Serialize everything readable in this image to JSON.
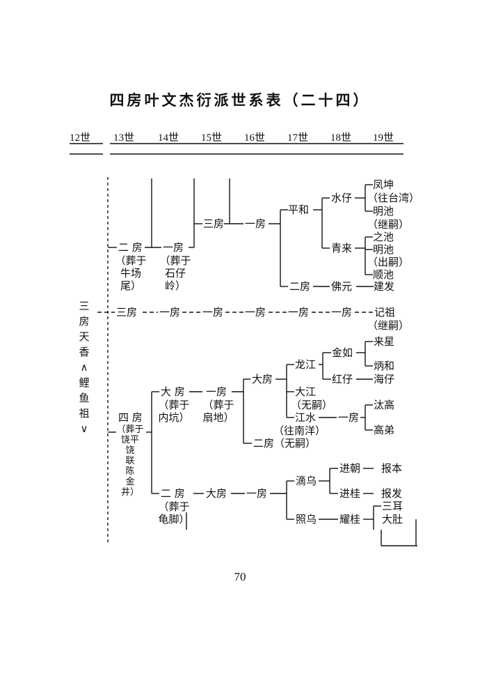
{
  "title": "四房叶文杰衍派世系表（二十四）",
  "generations": [
    "12世",
    "13世",
    "14世",
    "15世",
    "16世",
    "17世",
    "18世",
    "19世"
  ],
  "page_number": "70",
  "ancestor": "三房天香∧鲤鱼祖∨",
  "nodes": {
    "fengkun": "凤坤",
    "fengkun_note": "（往台湾）",
    "shuizi": "水仔",
    "mingchi_a": "明池",
    "mingchi_a_note": "（继嗣）",
    "pinghe": "平和",
    "sanfang_15": "三房",
    "yifang_16": "一房",
    "erfang_13": "二 房",
    "erfang_13_note": "（葬于\n牛场\n尾）",
    "yifang_14": "一房",
    "yifang_14_note": "（葬于\n石仔\n岭）",
    "zhichi": "之池",
    "qinglai": "青来",
    "mingchi_b": "明池",
    "mingchi_b_note": "（出嗣）",
    "shunchi": "顺池",
    "erfang_17": "二房",
    "foyuan": "佛元",
    "jianfa": "建发",
    "sanfang_13": "三房",
    "yifang_a": "一房",
    "yifang_b": "一房",
    "yifang_c": "一房",
    "yifang_d": "一房",
    "yifang_e": "一房",
    "jizu": "记祖",
    "jizu_note": "（继嗣）",
    "laixing": "来星",
    "jinru": "金如",
    "binghe": "炳和",
    "longjiang": "龙江",
    "hongzi": "红仔",
    "haizi": "海仔",
    "dafang_14": "大 房",
    "dafang_14_note": "（葬于\n内坑）",
    "yifang_15": "一房",
    "yifang_15_note": "（葬于\n扇地）",
    "dafang_16": "大房",
    "dajiang": "大江",
    "dajiang_note": "（无嗣）",
    "taigao": "汰高",
    "jiangshui": "江水",
    "yifang_18": "一房",
    "jiangshui_note": "（往南洋）",
    "gaodi": "高弟",
    "sifang_13": "四 房",
    "sifang_13_note": "（葬于\n饶平\n饶\n联\n陈\n金\n井）",
    "erfang_16b": "二房（无嗣）",
    "jinchao": "进朝",
    "baoben": "报本",
    "diaowu": "滴乌",
    "jingui": "进桂",
    "baofa": "报发",
    "erfang_14b": "二 房",
    "erfang_14b_note": "（葬于\n龟脚）",
    "dafang_15b": "大房",
    "yifang_16b": "一房",
    "sanerr": "三耳",
    "zhaowu": "照乌",
    "yaogui": "耀桂",
    "dadu": "大肚"
  }
}
